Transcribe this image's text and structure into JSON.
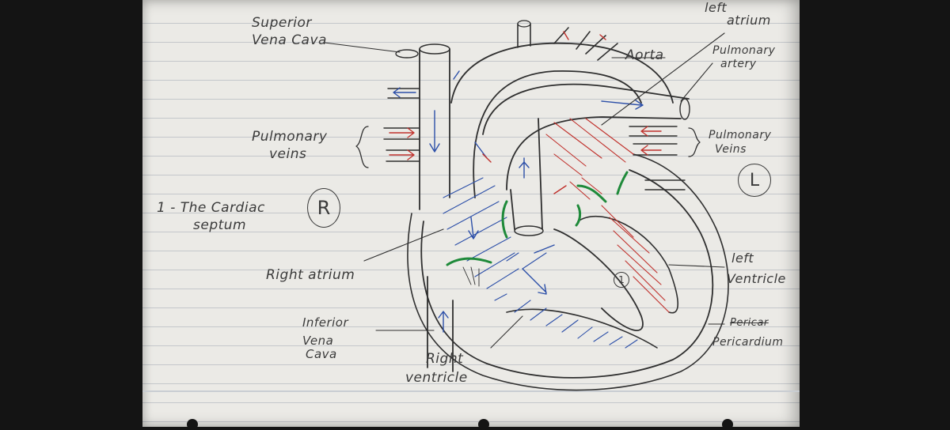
{
  "labels": {
    "superior_vena_cava": [
      "Superior",
      "Vena Cava"
    ],
    "aorta": "Aorta",
    "left_atrium": [
      "left",
      "atrium"
    ],
    "pulmonary_artery": [
      "Pulmonary",
      "artery"
    ],
    "pulmonary_veins_right": [
      "Pulmonary",
      "Veins"
    ],
    "pulmonary_veins_left": [
      "Pulmonary",
      "veins"
    ],
    "septum_note": [
      "1 - The Cardiac",
      "septum"
    ],
    "right_marker": "R",
    "left_marker": "L",
    "right_atrium": "Right atrium",
    "left_ventricle": [
      "left",
      "Ventricle"
    ],
    "inferior_vena_cava": [
      "Inferior",
      "Vena",
      "Cava"
    ],
    "right_ventricle": [
      "Right",
      "ventricle"
    ],
    "pericardium_struck": "Pericar",
    "pericardium": "Pericardium",
    "septum_marker": "1"
  },
  "colors": {
    "ink": "#2f2f2f",
    "deoxygenated": "#2c4fa8",
    "oxygenated": "#c0302b",
    "valves": "#1f8a3a"
  }
}
